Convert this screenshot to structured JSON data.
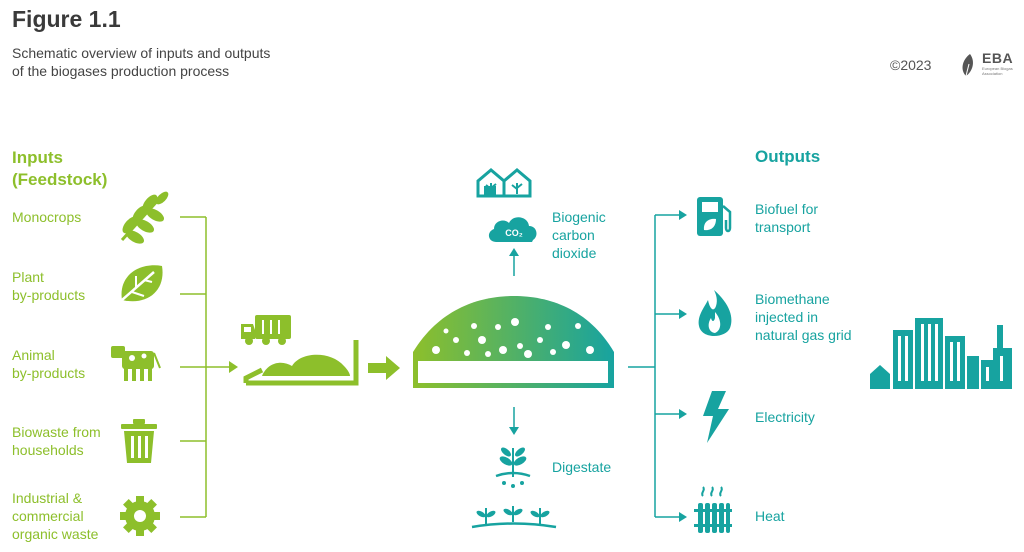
{
  "header": {
    "figure_title": "Figure 1.1",
    "subtitle_line1": "Schematic overview of inputs and outputs",
    "subtitle_line2": "of the biogases production process",
    "copyright": "©2023",
    "logo_text": "EBA",
    "logo_subtext": "European Biogas Association"
  },
  "colors": {
    "input_green": "#8dbf2b",
    "output_teal": "#17a3a0"
  },
  "inputs": {
    "title_line1": "Inputs",
    "title_line2": "(Feedstock)",
    "items": [
      {
        "line1": "Monocrops",
        "line2": "",
        "line3": "",
        "icon": "wheat-icon"
      },
      {
        "line1": "Plant",
        "line2": "by-products",
        "line3": "",
        "icon": "leaf-icon"
      },
      {
        "line1": "Animal",
        "line2": "by-products",
        "line3": "",
        "icon": "cow-icon"
      },
      {
        "line1": "Biowaste from",
        "line2": "households",
        "line3": "",
        "icon": "trash-bin-icon"
      },
      {
        "line1": "Industrial &",
        "line2": "commercial",
        "line3": "organic waste",
        "icon": "gear-icon"
      }
    ]
  },
  "middle": {
    "co2_text": "CO₂",
    "biogenic_line1": "Biogenic",
    "biogenic_line2": "carbon",
    "biogenic_line3": "dioxide",
    "digestate": "Digestate"
  },
  "outputs": {
    "title": "Outputs",
    "items": [
      {
        "line1": "Biofuel for",
        "line2": "transport",
        "line3": "",
        "icon": "fuel-pump-icon"
      },
      {
        "line1": "Biomethane",
        "line2": "injected in",
        "line3": "natural gas grid",
        "icon": "flame-icon"
      },
      {
        "line1": "Electricity",
        "line2": "",
        "line3": "",
        "icon": "lightning-icon"
      },
      {
        "line1": "Heat",
        "line2": "",
        "line3": "",
        "icon": "radiator-icon"
      }
    ]
  }
}
